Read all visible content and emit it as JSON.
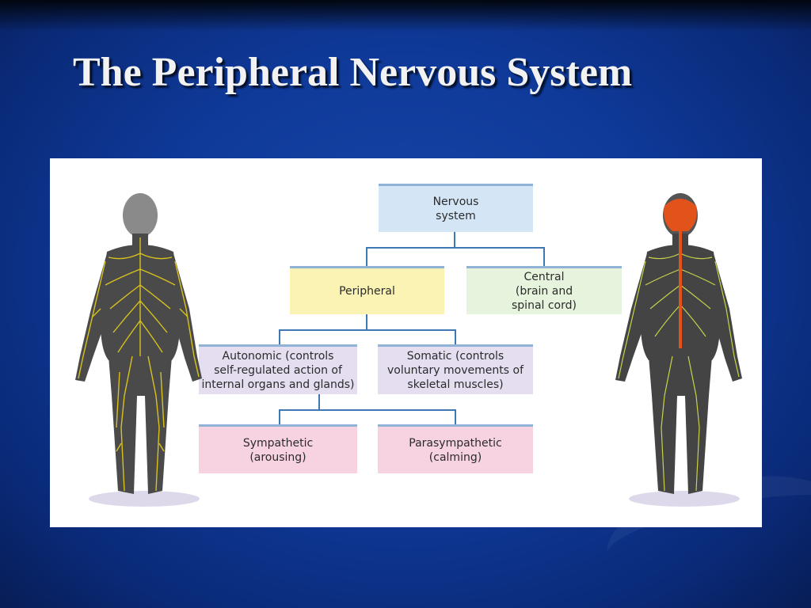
{
  "slide": {
    "title": "The Peripheral Nervous System"
  },
  "diagram": {
    "nodes": {
      "nervous_system": "Nervous\nsystem",
      "peripheral": "Peripheral",
      "central": "Central\n(brain and\nspinal cord)",
      "autonomic": "Autonomic (controls\nself-regulated action of\ninternal organs and glands)",
      "somatic": "Somatic (controls\nvoluntary movements of\nskeletal muscles)",
      "sympathetic": "Sympathetic\n(arousing)",
      "parasympathetic": "Parasympathetic\n(calming)"
    },
    "edges": [
      [
        "nervous_system",
        "peripheral"
      ],
      [
        "nervous_system",
        "central"
      ],
      [
        "peripheral",
        "autonomic"
      ],
      [
        "peripheral",
        "somatic"
      ],
      [
        "autonomic",
        "sympathetic"
      ],
      [
        "autonomic",
        "parasympathetic"
      ]
    ],
    "colors": {
      "nervous_system": "#d4e6f6",
      "peripheral": "#fbf3b4",
      "central": "#e6f4de",
      "autonomic": "#e4def0",
      "somatic": "#e4def0",
      "sympathetic": "#f7d2e0",
      "parasympathetic": "#f7d2e0",
      "connector": "#3d78b4",
      "peripheral_nerves": "#d9c21c",
      "central_nerves": "#e2531c"
    },
    "illustrations": {
      "left": "human-figure-peripheral-nerves",
      "right": "human-figure-central-nerves"
    }
  }
}
